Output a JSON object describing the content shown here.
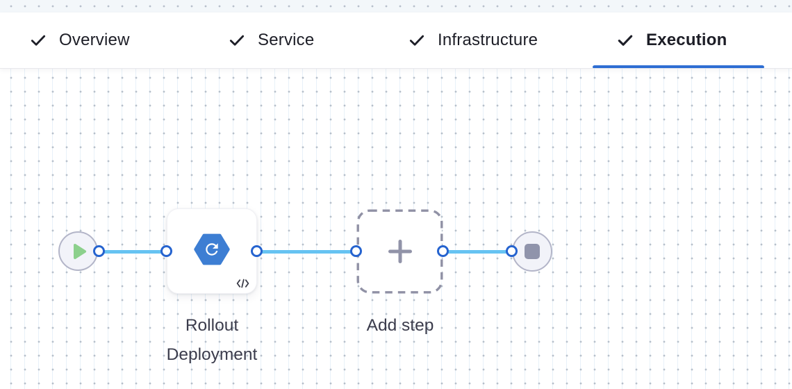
{
  "tabs": {
    "items": [
      {
        "label": "Overview",
        "status": "completed",
        "active": false
      },
      {
        "label": "Service",
        "status": "completed",
        "active": false
      },
      {
        "label": "Infrastructure",
        "status": "completed",
        "active": false
      },
      {
        "label": "Execution",
        "status": "completed",
        "active": true
      }
    ]
  },
  "pipeline": {
    "nodes": [
      {
        "id": "start",
        "type": "start-node",
        "icon": "play-icon"
      },
      {
        "id": "rollout-step",
        "type": "step",
        "label": "Rollout Deployment",
        "icon": "rollout-deployment-icon",
        "badge_icon": "code-icon"
      },
      {
        "id": "add-step",
        "type": "add-placeholder",
        "label": "Add step",
        "icon": "plus-icon"
      },
      {
        "id": "end",
        "type": "end-node",
        "icon": "stop-icon"
      }
    ]
  },
  "icons": {
    "check": "✓",
    "play": "▶",
    "stop": "■",
    "plus": "+",
    "code": "</>",
    "rollout_deployment": "blue-hexagon-refresh-arrow"
  },
  "colors": {
    "accent_blue": "#2e6ed3",
    "connector_blue": "#66c3f2",
    "endpoint_blue": "#2563cf",
    "node_border": "#b3b5c8",
    "node_fill": "#f2f3f9",
    "play_green": "#8cd08c",
    "stop_gray": "#9094ab",
    "icon_blue": "#3d7ed3",
    "dash_gray": "#9091a5",
    "plus_gray": "#9193a8",
    "label_color": "#3b3c4c",
    "tab_text": "#1c1d26",
    "grid_dot": "#b7c0cb",
    "grid_line": "#e8f1f9"
  }
}
